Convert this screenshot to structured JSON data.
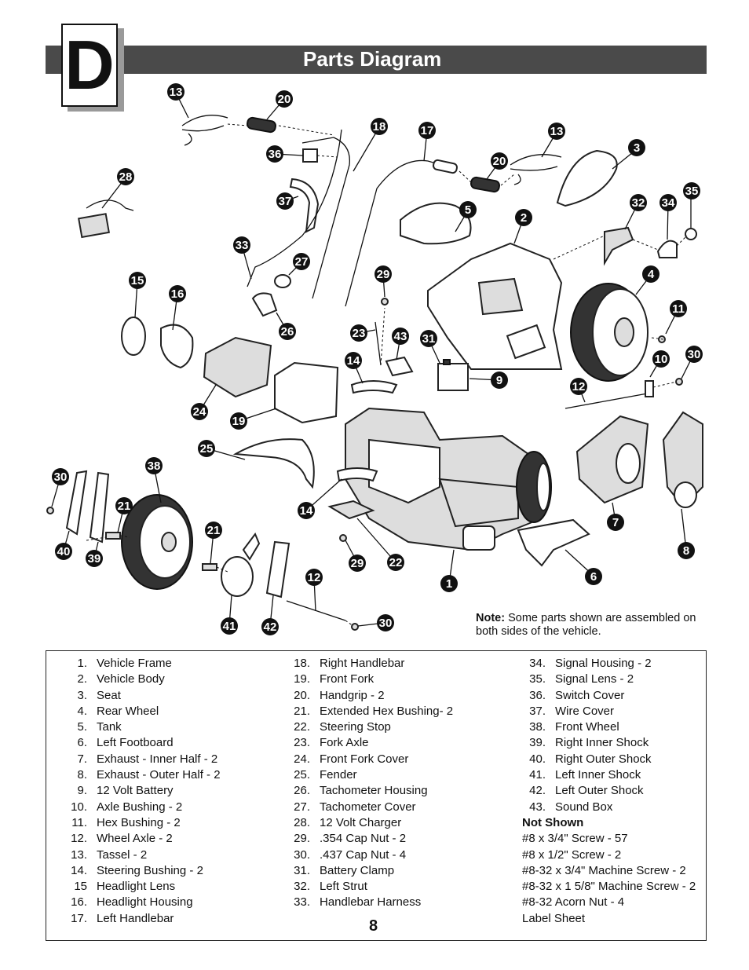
{
  "section": {
    "letter": "D",
    "title": "Parts Diagram"
  },
  "callouts": [
    "1",
    "2",
    "3",
    "4",
    "5",
    "6",
    "7",
    "8",
    "9",
    "10",
    "11",
    "12",
    "12",
    "13",
    "13",
    "14",
    "14",
    "15",
    "16",
    "17",
    "18",
    "19",
    "20",
    "20",
    "21",
    "21",
    "22",
    "23",
    "24",
    "25",
    "26",
    "27",
    "28",
    "29",
    "29",
    "30",
    "30",
    "30",
    "31",
    "32",
    "33",
    "34",
    "35",
    "36",
    "37",
    "38",
    "39",
    "40",
    "41",
    "42",
    "43"
  ],
  "note": {
    "label": "Note:",
    "text": "Some parts shown are assembled on both sides of the vehicle."
  },
  "parts_col1": [
    {
      "num": "1.",
      "name": "Vehicle Frame"
    },
    {
      "num": "2.",
      "name": "Vehicle Body"
    },
    {
      "num": "3.",
      "name": "Seat"
    },
    {
      "num": "4.",
      "name": "Rear Wheel"
    },
    {
      "num": "5.",
      "name": "Tank"
    },
    {
      "num": "6.",
      "name": "Left Footboard"
    },
    {
      "num": "7.",
      "name": "Exhaust - Inner Half - 2"
    },
    {
      "num": "8.",
      "name": "Exhaust - Outer Half - 2"
    },
    {
      "num": "9.",
      "name": "12 Volt Battery"
    },
    {
      "num": "10.",
      "name": "Axle Bushing - 2"
    },
    {
      "num": "11.",
      "name": "Hex Bushing - 2"
    },
    {
      "num": "12.",
      "name": "Wheel Axle - 2"
    },
    {
      "num": "13.",
      "name": "Tassel - 2"
    },
    {
      "num": "14.",
      "name": "Steering Bushing - 2"
    },
    {
      "num": "15",
      "name": "Headlight Lens"
    },
    {
      "num": "16.",
      "name": "Headlight Housing"
    },
    {
      "num": "17.",
      "name": "Left Handlebar"
    }
  ],
  "parts_col2": [
    {
      "num": "18.",
      "name": "Right Handlebar"
    },
    {
      "num": "19.",
      "name": "Front Fork"
    },
    {
      "num": "20.",
      "name": "Handgrip - 2"
    },
    {
      "num": "21.",
      "name": "Extended Hex Bushing- 2"
    },
    {
      "num": "22.",
      "name": "Steering Stop"
    },
    {
      "num": "23.",
      "name": "Fork Axle"
    },
    {
      "num": "24.",
      "name": "Front Fork Cover"
    },
    {
      "num": "25.",
      "name": "Fender"
    },
    {
      "num": "26.",
      "name": "Tachometer Housing"
    },
    {
      "num": "27.",
      "name": "Tachometer Cover"
    },
    {
      "num": "28.",
      "name": "12 Volt Charger"
    },
    {
      "num": "29.",
      "name": ".354 Cap Nut - 2"
    },
    {
      "num": "30.",
      "name": ".437 Cap Nut - 4"
    },
    {
      "num": "31.",
      "name": "Battery Clamp"
    },
    {
      "num": "32.",
      "name": "Left Strut"
    },
    {
      "num": "33.",
      "name": "Handlebar Harness"
    }
  ],
  "parts_col3": [
    {
      "num": "34.",
      "name": "Signal Housing - 2"
    },
    {
      "num": "35.",
      "name": "Signal Lens - 2"
    },
    {
      "num": "36.",
      "name": "Switch Cover"
    },
    {
      "num": "37.",
      "name": "Wire Cover"
    },
    {
      "num": "38.",
      "name": "Front Wheel"
    },
    {
      "num": "39.",
      "name": "Right Inner Shock"
    },
    {
      "num": "40.",
      "name": "Right Outer Shock"
    },
    {
      "num": "41.",
      "name": "Left Inner Shock"
    },
    {
      "num": "42.",
      "name": "Left Outer Shock"
    },
    {
      "num": "43.",
      "name": "Sound Box"
    }
  ],
  "not_shown": {
    "title": "Not Shown",
    "items": [
      "#8 x 3/4\" Screw - 57",
      "#8 x 1/2\" Screw - 2",
      "#8-32 x 3/4\" Machine Screw - 2",
      "#8-32 x 1 5/8\" Machine Screw - 2",
      "#8-32 Acorn Nut - 4",
      "Label Sheet"
    ]
  },
  "page_number": "8"
}
